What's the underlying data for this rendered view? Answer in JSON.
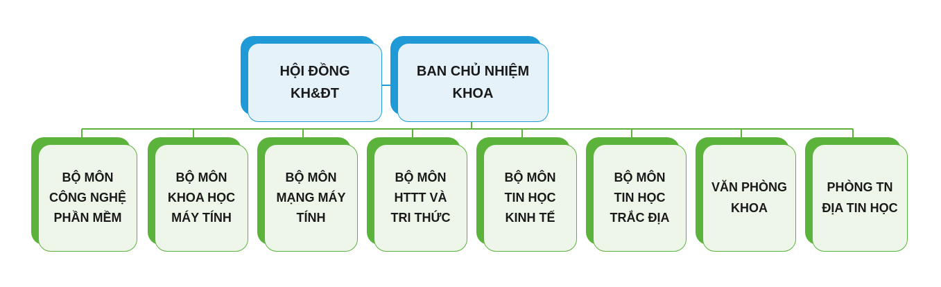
{
  "leadership": [
    {
      "id": "hoi-dong",
      "label": "HỘI ĐỒNG\nKH&ĐT"
    },
    {
      "id": "ban-chu-nhiem",
      "label": "BAN CHỦ NHIỆM\nKHOA"
    }
  ],
  "units": [
    {
      "id": "cnpm",
      "label": "BỘ MÔN\nCÔNG NGHỆ\nPHẦN MỀM"
    },
    {
      "id": "khmt",
      "label": "BỘ MÔN\nKHOA  HỌC\nMÁY TÍNH"
    },
    {
      "id": "mmt",
      "label": "BỘ MÔN\nMẠNG MÁY\nTÍNH"
    },
    {
      "id": "httt",
      "label": "BỘ MÔN\nHTTT VÀ\nTRI THỨC"
    },
    {
      "id": "thkt",
      "label": "BỘ MÔN\nTIN HỌC\nKINH TẾ"
    },
    {
      "id": "thtd",
      "label": "BỘ MÔN\nTIN HỌC\nTRẮC ĐỊA"
    },
    {
      "id": "vpk",
      "label": "VĂN PHÒNG\nKHOA"
    },
    {
      "id": "ptn",
      "label": "PHÒNG TN\nĐỊA TIN HỌC"
    }
  ],
  "colors": {
    "leadership_accent": "#1f9ad6",
    "leadership_fill": "#e6f2fa",
    "unit_accent": "#5bb33c",
    "unit_fill": "#eef6ea",
    "connector": "#5bb33c",
    "leader_link": "#1f9ad6"
  }
}
